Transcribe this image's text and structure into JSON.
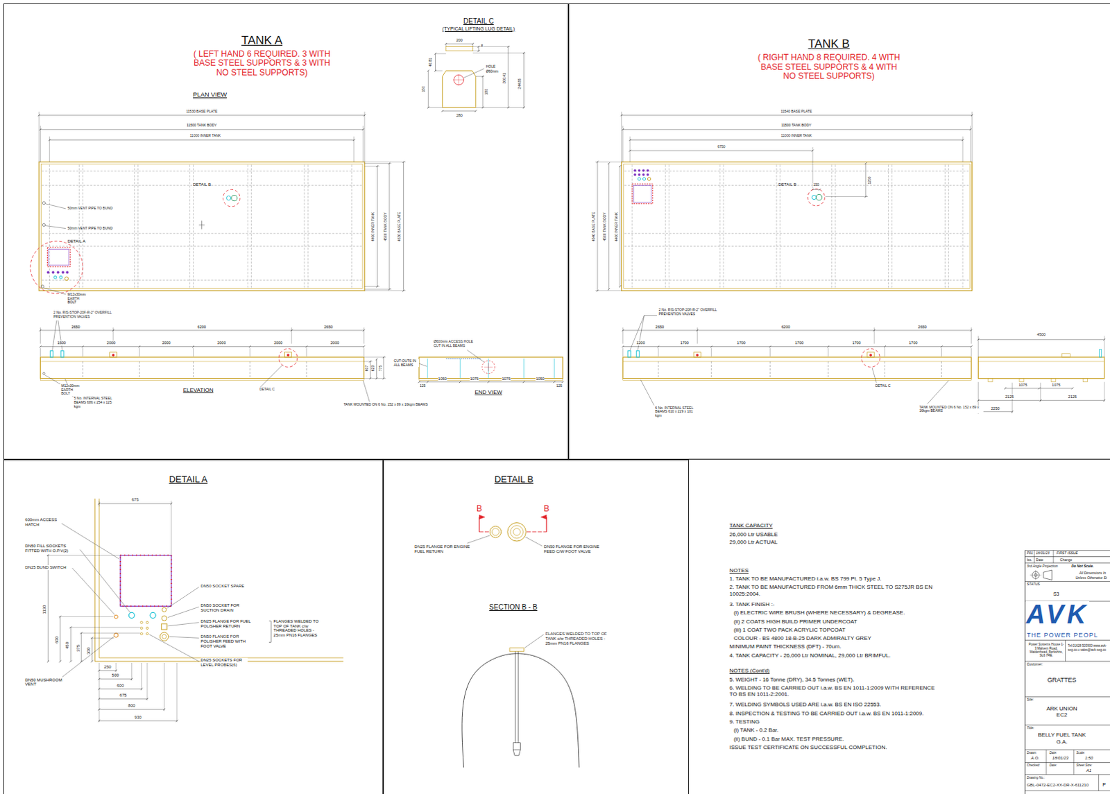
{
  "diagram": {
    "nodes": [
      {
        "text": [
          "TANK A",
          "( LEFT HAND 6 REQUIRED. 3 WITH BASE STEEL SUPPORTS & 3 WITH NO STEEL SUPPORTS)"
        ]
      },
      {
        "text": [
          "TANK B",
          "( RIGHT HAND 8 REQUIRED. 4 WITH BASE STEEL SUPPORTS & 4 WITH NO STEEL SUPPORTS)"
        ]
      },
      {
        "text": [
          "DETAIL A"
        ]
      },
      {
        "text": [
          "DETAIL B"
        ]
      }
    ],
    "labels": [
      "PLAN VIEW",
      "DETAIL C",
      "(TYPICAL LIFTING LUG DETAIL)",
      "200",
      "8",
      "40.81",
      "HOLE",
      "Ø60mm",
      "150",
      "180",
      "300.41",
      "244.85",
      "280",
      "11530 BASE PLATE",
      "11500 TANK BODY",
      "11000 INNER TANK",
      "4400 INNER TANK",
      "4500 TANK BODY",
      "4530 BASE PLATE",
      "DETAIL B",
      "50mm VENT PIPE TO BUND",
      "50mm VENT PIPE TO BUND",
      "DETAIL A",
      "M12x30mm EARTH BOLT",
      "2 No. RIS-STOP-20F-R-2\" OVERFILL PREVENTION VALVES",
      "2650",
      "6200",
      "2650",
      "1500",
      "2000",
      "2000",
      "2000",
      "2000",
      "2000",
      "607",
      "623",
      "775",
      "M12x30mm EARTH BOLT",
      "5 No. INTERNAL STEEL BEAMS 686 x 254 x 125 kgm",
      "ELEVATION",
      "DETAIL C",
      "TANK MOUNTED ON 6 No. 152 x 89 x 16kgm BEAMS",
      "Ø600mm ACCESS HOLE CUT IN ALL BEAMS",
      "CUT-OUTS IN ALL BEAMS",
      "1050",
      "1075",
      "1075",
      "1050",
      "125",
      "125",
      "END VIEW",
      "11540 BASE PLATE",
      "11500 TANK BODY",
      "11000 INNER TANK",
      "6750",
      "DETAIL B",
      "150",
      "1200",
      "4540 BASE PLATE",
      "4500 TANK BODY",
      "4400 INNER TANK",
      "2 No. RIS-STOP-20F-R-2\" OVERFILL PREVENTION VALVES",
      "2650",
      "6200",
      "2650",
      "1200",
      "1700",
      "1700",
      "1700",
      "1700",
      "1700",
      "6 No. INTERNAL STEEL BEAMS 610 x 229 x 101 kgm",
      "DETAIL C",
      "TANK MOUNTED ON 6 No. 152 x 89 x 16kgm BEAMS",
      "4500",
      "1075",
      "1075",
      "2125",
      "2125",
      "2250",
      "675",
      "600mm ACCESS HATCH",
      "DN50 FILL SOCKETS FITTED WITH O.P.V(2)",
      "DN25 BUND SWITCH",
      "DN50 SOCKET SPARE",
      "DN50 SOCKET FOR SUCTION DRAIN",
      "DN25 FLANGE FOR FUEL POLISHER RETURN",
      "DN50 FLANGE FOR POLISHER FEED WITH FOOT VALVE",
      "FLANGES WELDED TO TOP OF TANK c/w THREADED HOLES - 25mm PN16 FLANGES",
      "DN25 SOCKETS FOR LEVEL PROBES(6)",
      "DN50 MUSHROOM VENT",
      "1130",
      "600",
      "450",
      "375",
      "300",
      "250",
      "500",
      "600",
      "675",
      "800",
      "930",
      "B",
      "B",
      "DN25 FLANGE FOR ENGINE FUEL RETURN",
      "DN50 FLANGE FOR ENGINE FEED C/W FOOT VALVE",
      "SECTION B - B",
      "FLANGES WELDED TO TOP OF TANK c/w THREADED HOLES - 25mm PN16 FLANGES",
      "TANK CAPACITY",
      "26,000 Ltr USABLE",
      "29,000 Ltr ACTUAL",
      "NOTES",
      "1. TANK TO BE MANUFACTURED i.a.w. BS 799 Pt. 5 Type J.",
      "2. TANK TO BE MANUFACTURED FROM 6mm THICK STEEL TO S275JR BS EN 10025:2004.",
      "3. TANK FINISH :-",
      "(i) ELECTRIC WIRE BRUSH (WHERE NECESSARY) & DEGREASE.",
      "(ii) 2 COATS HIGH BUILD PRIMER UNDERCOAT",
      "(iii) 1 COAT TWO PACK ACRYLIC TOPCOAT",
      "COLOUR - BS 4800 18-B-25 DARK ADMIRALTY GREY",
      "MINIMUM PAINT THICKNESS (DFT) - 70um.",
      "4. TANK CAPACITY - 26,000 Ltr NOMINAL, 29,000 Ltr BRIMFUL.",
      "NOTES (Cont'd)",
      "5. WEIGHT - 16 Tonne (DRY), 34.5 Tonnes (WET).",
      "6. WELDING TO BE CARRIED OUT i.a.w. BS EN 1011-1:2009 WITH REFERENCE TO BS EN 1011-2:2001.",
      "7. WELDING SYMBOLS USED ARE i.a.w. BS EN ISO 22553.",
      "8. INSPECTION & TESTING TO BE CARRIED OUT i.a.w. BS EN 1011-1:2009.",
      "9. TESTING",
      "(i) TANK - 0.2 Bar.",
      "(ii) BUND - 0.1 Bar MAX. TEST PRESSURE.",
      "ISSUE TEST CERTIFICATE ON SUCCESSFUL COMPLETION.",
      "P01",
      "18/01/23",
      "FIRST ISSUE",
      "Iss.",
      "Date",
      "Change",
      "3rd Angle Projection",
      "Do Not Scale.",
      "All Dimensions In",
      "Unless Otherwise St",
      "STATUS",
      "S3",
      "AVK",
      "THE POWER PEOPL",
      "Power Systems House 1-3 Malvern Road, Maidenhead, Berkshire, SL6 7RE.",
      "Tel:01628 503900 www.avk-seg.co.u sales@avk-seg.co",
      "Customer:",
      "GRATTES",
      "Site:",
      "ARK UNION EC2",
      "Title:",
      "BELLY FUEL TANK G.A.",
      "Drawn:",
      "A.O.",
      "Date:",
      "18/01/23",
      "Scale:",
      "1:50",
      "Checked:",
      "Date:",
      "Sheet Size:",
      "A1",
      "Drawing No.:",
      "GBL-0472-EC2-XX-DR-X-611210",
      "P"
    ]
  }
}
